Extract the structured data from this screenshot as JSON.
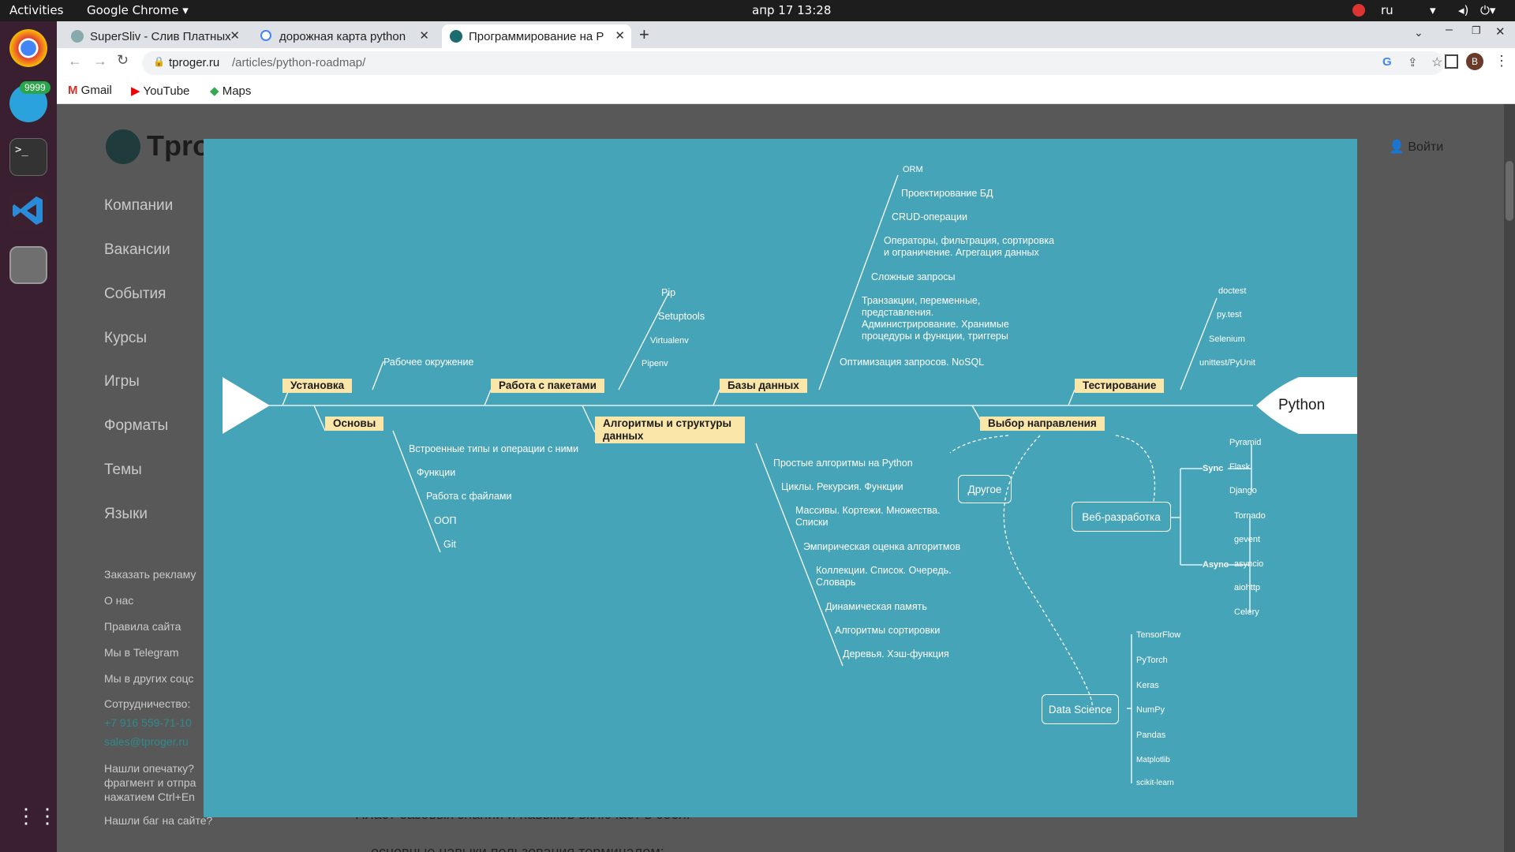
{
  "system": {
    "activities": "Activities",
    "app": "Google Chrome",
    "datetime": "апр 17  13:28",
    "lang": "ru",
    "badge": "9999"
  },
  "tabs": [
    {
      "title": "SuperSliv - Слив Платных"
    },
    {
      "title": "дорожная карта python"
    },
    {
      "title": "Программирование на Р"
    }
  ],
  "address": {
    "host": "tproger.ru",
    "path": "/articles/python-roadmap/",
    "avatar": "B"
  },
  "bookmarks": [
    "Gmail",
    "YouTube",
    "Maps"
  ],
  "site": {
    "logo": "Tpro",
    "login": "Войти",
    "menu": [
      "Компании",
      "Вакансии",
      "События",
      "Курсы",
      "Игры",
      "Форматы",
      "Темы",
      "Языки"
    ],
    "links": [
      "Заказать рекламу",
      "О нас",
      "Правила сайта",
      "Мы в Telegram",
      "Мы в других соцс",
      "Сотрудничество:",
      "+7 916 559-71-10",
      "sales@tproger.ru",
      "Нашли опечатку?",
      "фрагмент и отпра",
      "нажатием Ctrl+En",
      "Нашли баг на сайте?"
    ],
    "article_text": "Пласт базовых знаний и навыков включает в себя:",
    "bullet": "основные навыки пользования терминалом;"
  },
  "roadmap": {
    "end": "Python",
    "sections": {
      "install": "Установка",
      "install_items": [
        "Рабочее окружение"
      ],
      "basics": "Основы",
      "basics_items": [
        "Встроенные типы и операции с ними",
        "Функции",
        "Работа с файлами",
        "ООП",
        "Git"
      ],
      "packages": "Работа с пакетами",
      "packages_items": [
        "Pip",
        "Setuptools",
        "Virtualenv",
        "Pipenv"
      ],
      "algo": "Алгоритмы и структуры данных",
      "algo_items": [
        "Простые алгоритмы на Python",
        "Циклы. Рекурсия. Функции",
        "Массивы. Кортежи. Множества. Списки",
        "Эмпирическая оценка алгоритмов",
        "Коллекции. Список. Очередь. Словарь",
        "Динамическая память",
        "Алгоритмы сортировки",
        "Деревья. Хэш-функция"
      ],
      "db": "Базы данных",
      "db_items": [
        "ORM",
        "Проектирование БД",
        "CRUD-операции",
        "Операторы, фильтрация, сортировка и ограничение. Агрегация данных",
        "Сложные запросы",
        "Транзакции, переменные, представления. Администрирование. Хранимые процедуры и функции, триггеры",
        "Оптимизация запросов. NoSQL"
      ],
      "choice": "Выбор направления",
      "testing": "Тестирование",
      "testing_items": [
        "doctest",
        "py.test",
        "Selenium",
        "unittest/PyUnit"
      ],
      "other": "Другое",
      "web": "Веб-разработка",
      "sync": "Sync",
      "async": "Async",
      "sync_items": [
        "Pyramid",
        "Flask",
        "Django"
      ],
      "async_items": [
        "Tornado",
        "gevent",
        "asyncio",
        "aiohttp",
        "Celery"
      ],
      "ds": "Data Science",
      "ds_items": [
        "TensorFlow",
        "PyTorch",
        "Keras",
        "NumPy",
        "Pandas",
        "Matplotlib",
        "scikit-learn"
      ]
    }
  }
}
